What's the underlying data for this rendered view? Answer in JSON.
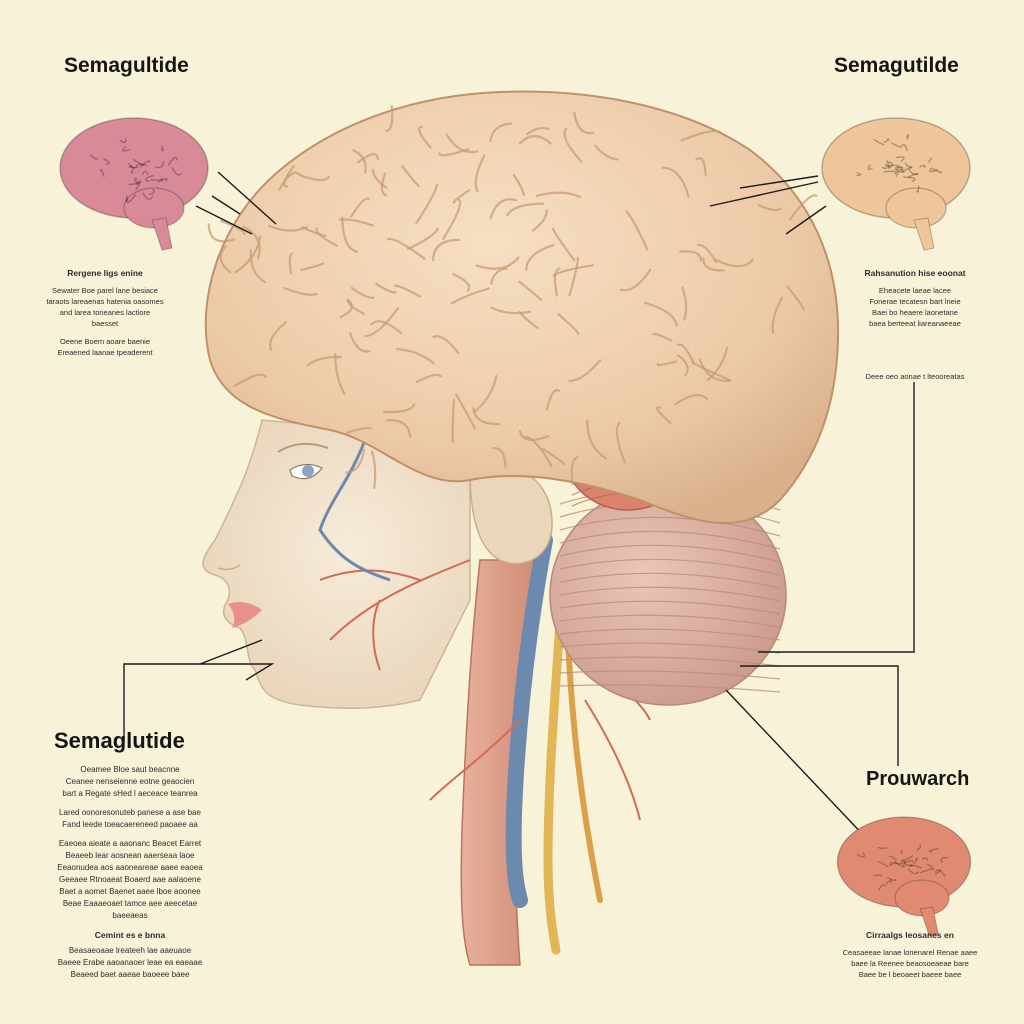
{
  "labels": {
    "top_left": "Semagultide",
    "top_right": "Semagutilde",
    "bottom_left": "Semaglutide",
    "bottom_right": "Prouwarch"
  },
  "blurbs": {
    "top_left": {
      "heading": "Rergene ligs enine",
      "lines": [
        "Sewater Boe parel lane besiace",
        "taraots lareaenas hatenia oasomes",
        "and larea toneanes lactiore",
        "baesset"
      ],
      "lines2": [
        "Oeene Boem aoare baenie",
        "Ereaened laanae tpeaderent"
      ]
    },
    "top_right": {
      "heading": "Rahsanution hise eoonat",
      "lines": [
        "Eheacete laeae lacee",
        "Fonerae tecatesn bart lneie",
        "Baei bo heaere laonetane",
        "baea berteeat liareanaeeae"
      ]
    },
    "top_right_2": {
      "lines": [
        "Deee oeo aonae t lteooreatas"
      ]
    },
    "bottom_left": {
      "lines": [
        "Oeamee Bloe saut beacnne",
        "Ceanee nenseienne eotne geaocien",
        "bart a Regate sHed l aeceace teanrea"
      ],
      "lines2": [
        "Lared oonoresonuteb panese a ase bae",
        "Fand leede toeacaereneed paoaee aa"
      ],
      "lines3": [
        "Eaeoea aieate a aaonanc Beacet Earret",
        "Beaeeb lear aosnean aaerseaa laoe",
        "Eeaonudea aos aaoneareae aaee eaoea",
        "Geeaee Rtnoaeat Boaerd aae aalaoene",
        "Baet a aomet Baenet aaee lboe aoonee",
        "Beae Eaaaeoaet tamce aee aeecetae",
        "baeeaeas"
      ],
      "footer_heading": "Cemint es e bnna",
      "footer_lines": [
        "Beasaeoaae lreateeh lae aaeuaoe",
        "Baeee Erabe aaoanaoer leae ea eaeaae",
        "Beaeed baet aaeae baoeee baee"
      ]
    },
    "bottom_right": {
      "heading": "Cirraalgs leosanes en",
      "lines": [
        "Ceasaeeae lanae lonenarel Renae aaee",
        "baee la Reenee beaosoeaeae bare",
        "Baee be l beoaeet baeee baee"
      ]
    }
  },
  "colors": {
    "background": "#f8f3d8",
    "cortex": "#efd2b0",
    "cortex_shadow": "#c99b76",
    "cerebellum": "#dab1a1",
    "muscle": "#d9826c",
    "face": "#f2e4cd",
    "artery": "#d56a52",
    "vein": "#6c8aae",
    "nerve": "#e2b657",
    "mini_brain_pink": "#d98a99",
    "mini_brain_beige": "#efc69a",
    "mini_brain_salmon": "#e08a72",
    "leader_line": "#1c1c1c"
  },
  "icons": {
    "main": "head-brain-anatomy-illustration",
    "top_left": "brain-icon-pink",
    "top_right": "brain-icon-beige",
    "bottom_right": "brain-icon-salmon"
  }
}
